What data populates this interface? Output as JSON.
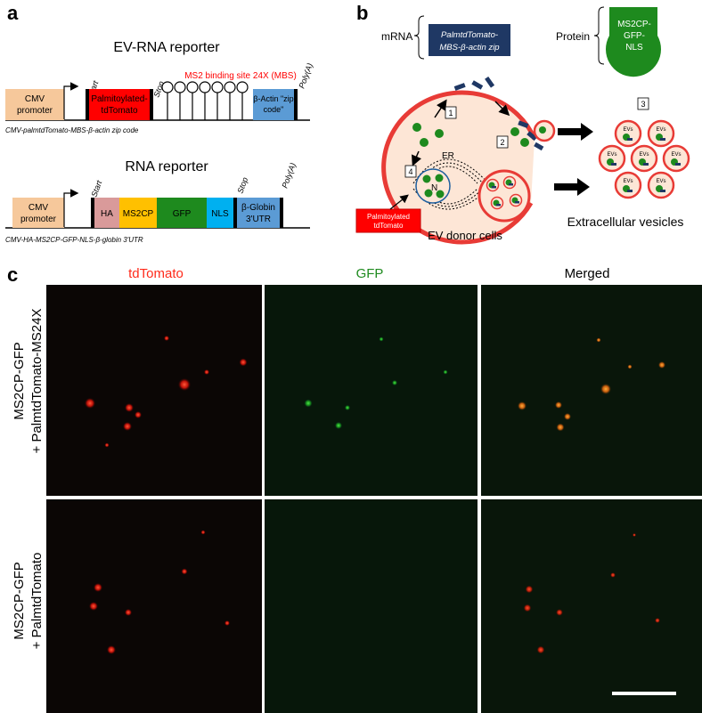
{
  "panel_a": {
    "letter": "a",
    "ev_rna": {
      "title": "EV-RNA reporter",
      "mbs_label": "MS2 binding site 24X (MBS)",
      "promoter": [
        "CMV",
        "promoter"
      ],
      "start": "Start",
      "stop": "Stop",
      "polya": "Poly(A)",
      "palm": [
        "Palmitoylated-",
        "tdTomato"
      ],
      "zip": [
        "β-Actin \"zip",
        "code\""
      ],
      "caption": "CMV-palmtdTomato-MBS-β-actin zip code"
    },
    "rna": {
      "title": "RNA reporter",
      "promoter": [
        "CMV",
        "promoter"
      ],
      "start": "Start",
      "stop": "Stop",
      "polya": "Poly(A)",
      "ha": "HA",
      "ms2cp": "MS2CP",
      "gfp": "GFP",
      "nls": "NLS",
      "globin": [
        "β-Globin",
        "3'UTR"
      ],
      "caption": "CMV-HA-MS2CP-GFP-NLS-β-globin 3'UTR"
    }
  },
  "panel_b": {
    "letter": "b",
    "mrna_label": "mRNA",
    "mrna_box": [
      "PalmtdTomato-",
      "MBS-β-actin zip"
    ],
    "protein_label": "Protein",
    "protein_box": [
      "MS2CP-",
      "GFP-",
      "NLS"
    ],
    "steps": [
      "1",
      "2",
      "3",
      "4"
    ],
    "er": "ER",
    "nucleus": "N",
    "palm_label": [
      "Palmitoylated",
      "tdTomato"
    ],
    "donor_label": "EV donor cells",
    "ev_label": "Extracellular vesicles",
    "evs": "EVs"
  },
  "panel_c": {
    "letter": "c",
    "columns": [
      "tdTomato",
      "GFP",
      "Merged"
    ],
    "rows": [
      [
        "MS2CP-GFP",
        "+ PalmtdTomato-MS24X"
      ],
      [
        "MS2CP-GFP",
        "+ PalmtdTomato"
      ]
    ]
  },
  "colors": {
    "promoter": "#f6c89b",
    "palm": "#ff0000",
    "zip": "#5b9bd5",
    "ha": "#d99a9a",
    "ms2cp": "#ffc000",
    "gfp": "#1e8a1e",
    "nls": "#00b0f0",
    "globin": "#5b9bd5",
    "mrna_box": "#1f3864",
    "protein_blob": "#1e8a1e",
    "cell_border": "#e83b36",
    "cell_fill": "#fde6d6",
    "td_channel": "#ff2a1a",
    "gfp_channel": "#35c535",
    "merged_channel": "#ff8a1a"
  }
}
